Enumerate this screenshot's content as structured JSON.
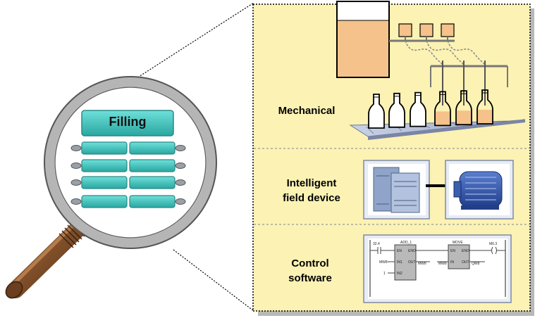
{
  "magnifier": {
    "header_label": "Filling"
  },
  "panel": {
    "sections": [
      {
        "id": "mechanical",
        "label": "Mechanical"
      },
      {
        "id": "intelligent",
        "label_line1": "Intelligent",
        "label_line2": "field device"
      },
      {
        "id": "control",
        "label_line1": "Control",
        "label_line2": "software"
      }
    ]
  },
  "ladder": {
    "left_contact_label": "32.4",
    "right_coil_label": "M0.3",
    "block1_title": "ADD_1",
    "block2_title": "MOVE",
    "pins": [
      "EN",
      "ENO",
      "IN1",
      "OUT",
      "IN2",
      "IN",
      "OUT"
    ],
    "left_inputs": [
      "MW8",
      "1"
    ],
    "mid_wire_label": "MW8",
    "out_label": "MW8",
    "right_out_label": "QW8"
  },
  "colors": {
    "panel_bg": "#fbf2b4",
    "panel_shadow": "#b8b8b8",
    "teal": "#3ec8c2",
    "liquid": "#f4c28a",
    "handle": "#7a4c2a"
  }
}
